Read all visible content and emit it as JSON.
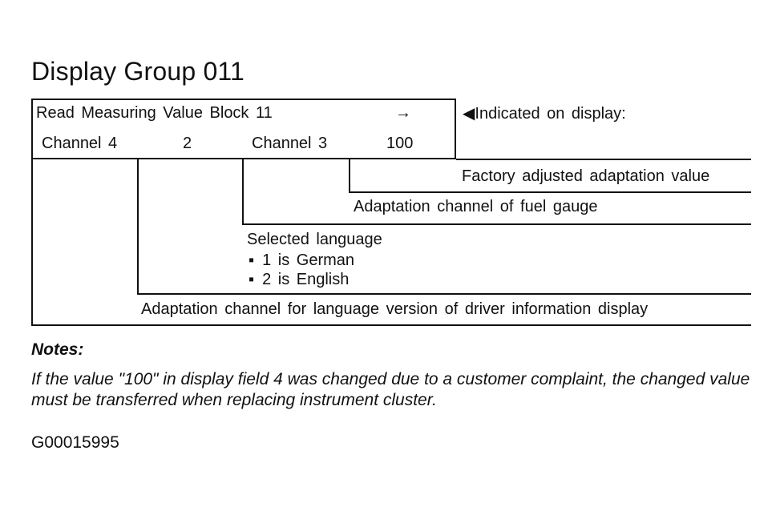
{
  "title": "Display Group 011",
  "display": {
    "line1": "Read Measuring Value Block 11",
    "line1_arrow": "→",
    "channel4_label": "Channel 4",
    "channel4_value": "2",
    "channel3_label": "Channel 3",
    "channel3_value": "100"
  },
  "indicator": {
    "icon": "◀",
    "text": "Indicated on display:"
  },
  "callouts": {
    "factory_value": "Factory adjusted adaptation value",
    "fuel_gauge": "Adaptation channel of fuel gauge",
    "language_heading": "Selected language",
    "language_options": [
      {
        "bullet": "▪",
        "text": "1 is German"
      },
      {
        "bullet": "▪",
        "text": "2 is English"
      }
    ],
    "language_channel": "Adaptation channel for language version of driver information display"
  },
  "notes": {
    "heading": "Notes:",
    "body": "If the value \"100\" in display field 4 was changed due to a customer complaint, the changed value must be transferred when replacing instrument cluster."
  },
  "figure_id": "G00015995"
}
